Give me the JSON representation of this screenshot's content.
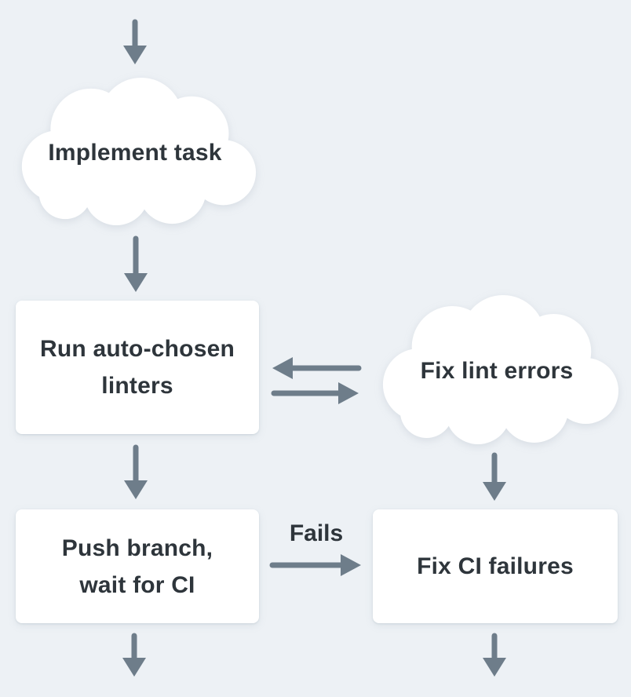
{
  "colors": {
    "background": "#edf1f5",
    "node_fill": "#ffffff",
    "arrow": "#6e7d8a",
    "text": "#2e353b"
  },
  "nodes": {
    "implement_task": {
      "label": "Implement task",
      "shape": "cloud"
    },
    "run_linters": {
      "label": "Run auto-chosen\nlinters",
      "shape": "rect"
    },
    "fix_lint_errors": {
      "label": "Fix lint errors",
      "shape": "cloud"
    },
    "push_branch": {
      "label": "Push branch,\nwait for CI",
      "shape": "rect"
    },
    "fix_ci_failures": {
      "label": "Fix CI failures",
      "shape": "rect"
    }
  },
  "edge_labels": {
    "fails": "Fails"
  }
}
